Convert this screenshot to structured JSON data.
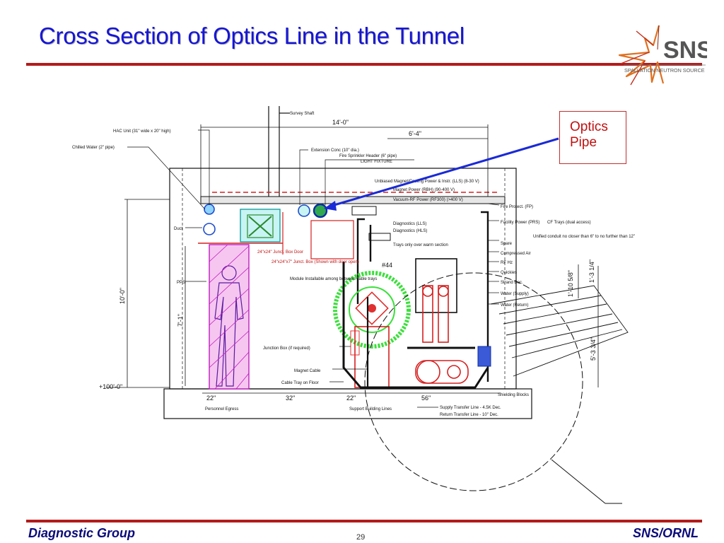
{
  "slide": {
    "title": "Cross Section of Optics Line in the Tunnel",
    "page_number": "29"
  },
  "logo": {
    "text": "SNS",
    "subtitle": "SPALLATION NEUTRON SOURCE"
  },
  "callout": {
    "line1": "Optics",
    "line2": "Pipe"
  },
  "footer": {
    "left": "Diagnostic Group",
    "right": "SNS/ORNL"
  },
  "drawing": {
    "dimensions": {
      "overall_width": "14'-0\"",
      "right_width": "6'-4\"",
      "height": "10'-0\"",
      "inner_height": "7'-1\"",
      "walkway": "22\"",
      "center_gap": "32\"",
      "right_gap_1": "22\"",
      "right_gap_2": "56\"",
      "elevation": "+100'-0\"",
      "right_vertical": "5'-3 3/4\"",
      "right_small_1": "1'-10 5/8\"",
      "right_small_2": "1'-3 1/4\"",
      "magnet_number": "#44"
    },
    "labels_left": [
      "HAC Unit (31\" wide x 20\" high)",
      "Chilled Water (2\" pipe)",
      "Duct",
      "PPS"
    ],
    "labels_top": [
      "Survey Shaft",
      "Extension Conc (10\" dia.)",
      "Fire Sprinkler Header (6\" pipe)",
      "LIGHT FIXTURE",
      "Unbiased Magnet/Cooling Power & Instr. (LLS) (8-30 V)",
      "Magnet Power (RBH) (90-400 V)",
      "Vacuum-RF Power (RF300) (>400 V)",
      "Diagnostics (LLS)",
      "Diagnostics (HLS)",
      "Trays only over warm section"
    ],
    "labels_center": [
      "24\"x24\" Junct. Box Door",
      "24\"x24\"x7\" Junct. Box (Shown with door open)",
      "Module Installable among between cable trays",
      "Junction Box (if required)",
      "Magnet Cable",
      "Cable Tray on Floor",
      "Personnel Egress",
      "Support Building Lines"
    ],
    "labels_right": [
      "Fire Protect. (FP)",
      "Facility Power (PRS)",
      "CF Trays (dual access)",
      "Unified conduit no closer than 6\" to no further than 12\"",
      "Spare",
      "Compressed Air",
      "RF Hz",
      "Quickies",
      "Strand Dec.",
      "Water (Supply)",
      "Water (Return)",
      "Shielding Blocks",
      "Supply Transfer Line - 4.5K Dec.",
      "Return Transfer Line - 10\" Dec."
    ]
  }
}
